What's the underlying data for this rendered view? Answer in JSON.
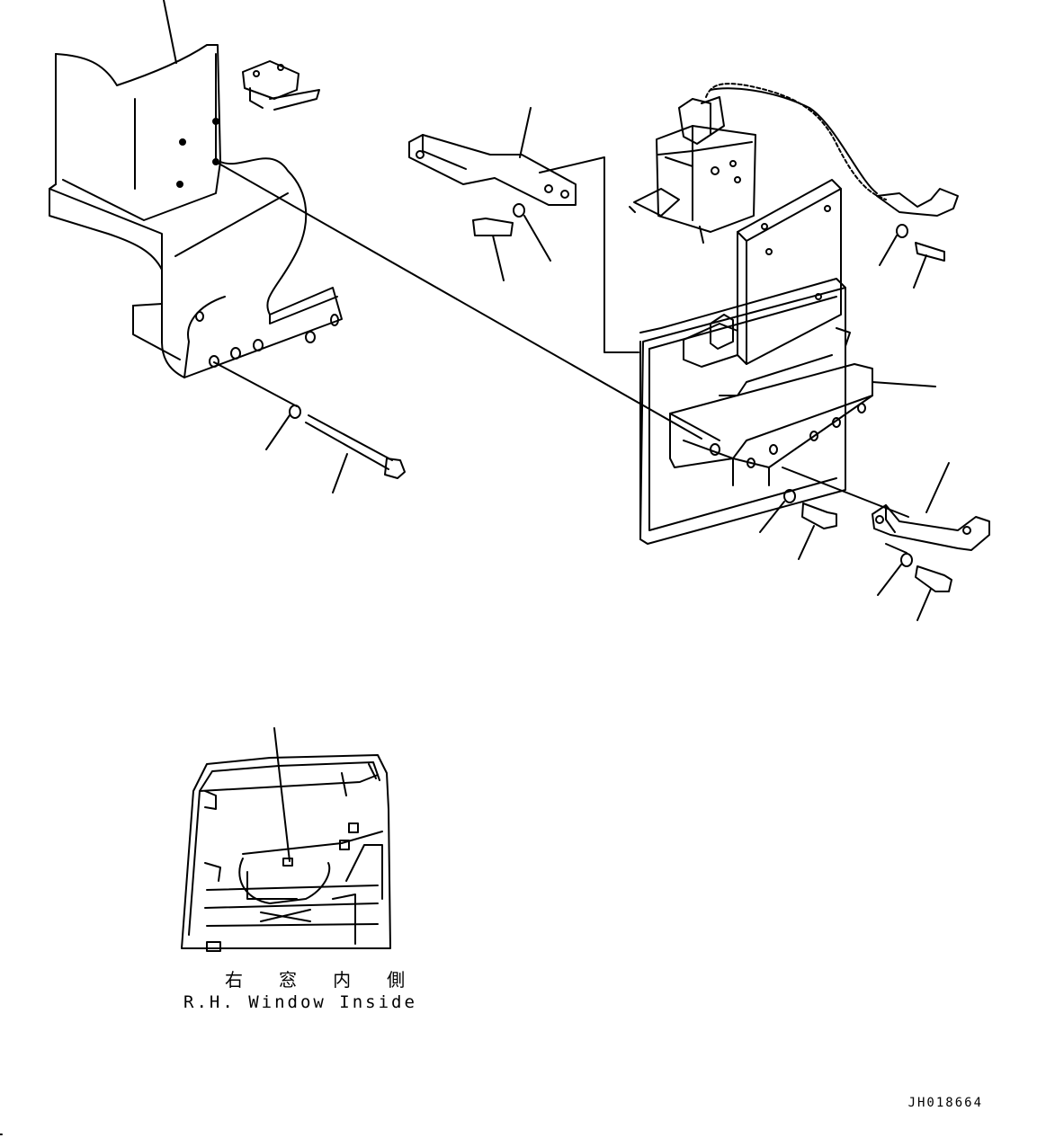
{
  "view": {
    "caption_jp": "右 窓 内 側",
    "caption_en": "R.H. Window Inside"
  },
  "drawing_number": "JH018664",
  "colors": {
    "line": "#000000",
    "background": "#ffffff"
  }
}
